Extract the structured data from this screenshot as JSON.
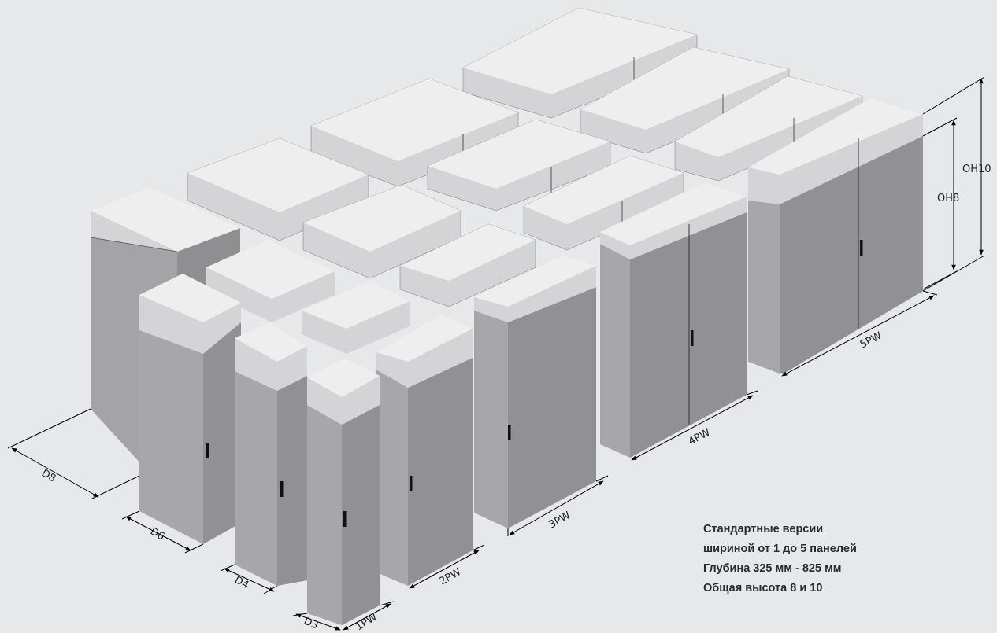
{
  "labels": {
    "oh10": "OH10",
    "oh8": "OH8",
    "d8": "D8",
    "d6": "D6",
    "d4": "D4",
    "d3": "D3",
    "pw1": "1PW",
    "pw2": "2PW",
    "pw3": "3PW",
    "pw4": "4PW",
    "pw5": "5PW"
  },
  "caption": {
    "line1": "Стандартные версии",
    "line2": "шириной от 1 до 5 панелей",
    "line3": "Глубина 325 мм - 825 мм",
    "line4": "Общая высота 8 и 10"
  },
  "colors": {
    "background": "#e7e8e9",
    "top_face": "#eeeeef",
    "light_face": "#d4d4d6",
    "body_front": "#a7a7a9",
    "body_side": "#8f8f92",
    "handle": "#111111"
  }
}
